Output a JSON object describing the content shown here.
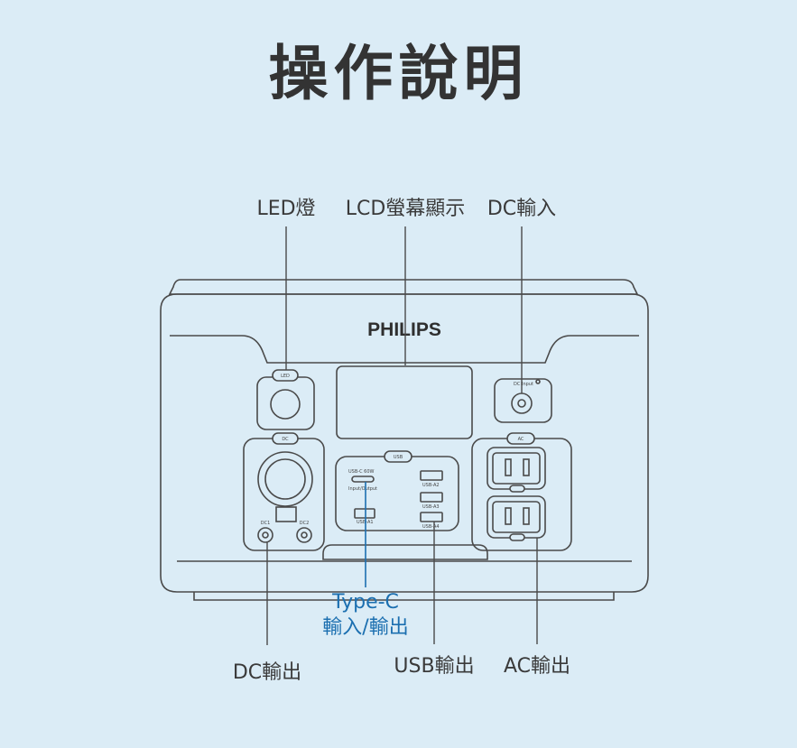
{
  "title": "操作說明",
  "callouts": {
    "led": "LED燈",
    "lcd": "LCD螢幕顯示",
    "dc_input": "DC輸入",
    "type_c_line1": "Type-C",
    "type_c_line2": "輸入/輸出",
    "dc_output": "DC輸出",
    "usb_output": "USB輸出",
    "ac_output": "AC輸出"
  },
  "device": {
    "brand": "PHILIPS",
    "led_badge": "LED",
    "dc_input_label": "DC Input",
    "dc_badge": "DC",
    "dc1": "DC1",
    "dc2": "DC2",
    "usb_badge": "USB",
    "usb_c_label": "USB-C 60W",
    "usb_c_sub": "Input/Output",
    "usb_a1": "USB-A1",
    "usb_a2": "USB-A2",
    "usb_a3": "USB-A3",
    "usb_a4": "USB-A4",
    "ac_badge": "AC"
  },
  "colors": {
    "background": "#dbecf6",
    "line": "#4a4a4a",
    "accent_blue": "#1b6fb0"
  }
}
